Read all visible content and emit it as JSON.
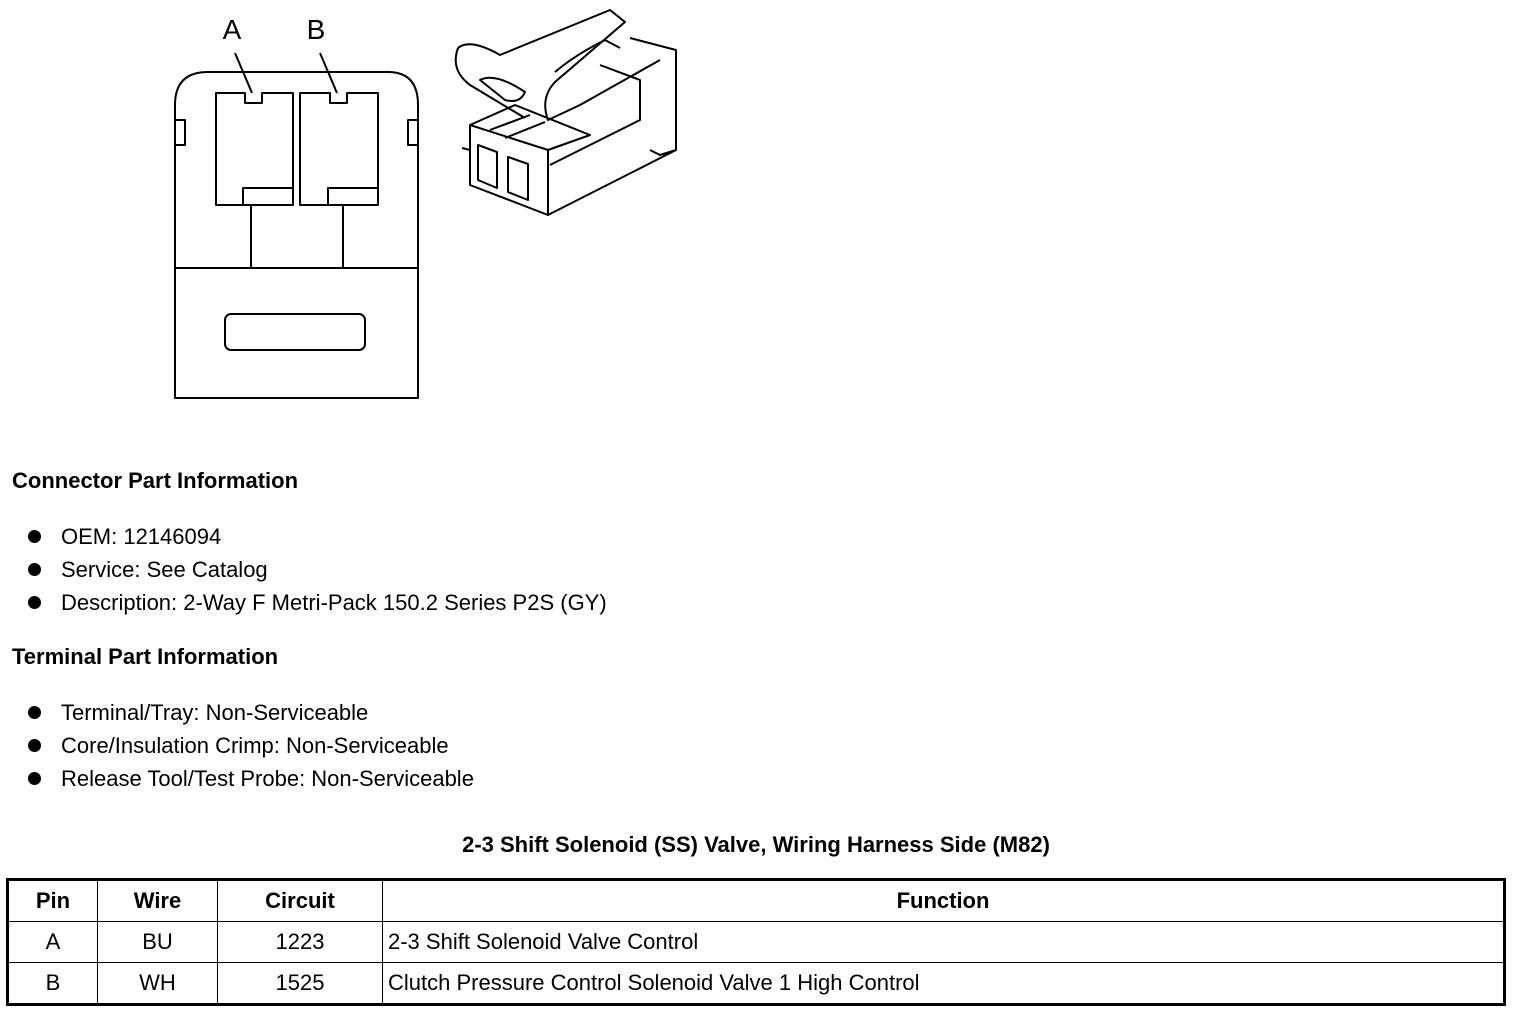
{
  "figure": {
    "pin_labels": [
      "A",
      "B"
    ]
  },
  "connector_section": {
    "heading": "Connector Part Information",
    "items": [
      "OEM: 12146094",
      "Service: See Catalog",
      "Description: 2-Way F Metri-Pack 150.2 Series P2S (GY)"
    ]
  },
  "terminal_section": {
    "heading": "Terminal Part Information",
    "items": [
      "Terminal/Tray: Non-Serviceable",
      "Core/Insulation Crimp: Non-Serviceable",
      "Release Tool/Test Probe: Non-Serviceable"
    ]
  },
  "table": {
    "title": "2-3 Shift Solenoid (SS) Valve, Wiring Harness Side (M82)",
    "headers": [
      "Pin",
      "Wire",
      "Circuit",
      "Function"
    ],
    "rows": [
      [
        "A",
        "BU",
        "1223",
        "2-3 Shift Solenoid Valve Control"
      ],
      [
        "B",
        "WH",
        "1525",
        "Clutch Pressure Control Solenoid Valve 1 High Control"
      ]
    ]
  }
}
